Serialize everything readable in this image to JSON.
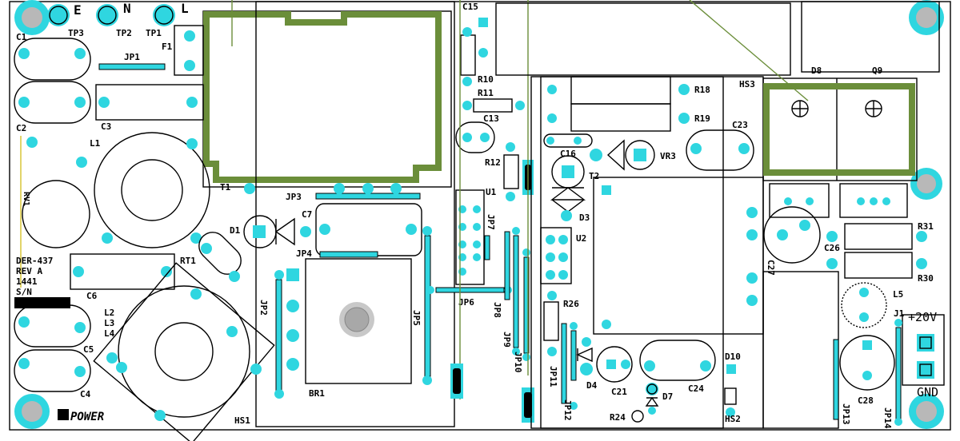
{
  "board": {
    "id": "DER-437",
    "rev": "REV A",
    "date_code": "1441",
    "sn_label": "S/N",
    "logo_text": "POWER",
    "terminals": {
      "earth": "E",
      "neutral": "N",
      "line": "L"
    },
    "output_voltage": "+20V",
    "output_ground": "GND"
  },
  "colors": {
    "pad": "#2fd6e0",
    "trace": "#6b8e3a",
    "hole": "#b8b8b8",
    "outline": "#000000"
  },
  "labels": {
    "tp3": "TP3",
    "tp2": "TP2",
    "tp1": "TP1",
    "c1": "C1",
    "c2": "C2",
    "c3": "C3",
    "c4": "C4",
    "c5": "C5",
    "c6": "C6",
    "c7": "C7",
    "c13": "C13",
    "c15": "C15",
    "c16": "C16",
    "c21": "C21",
    "c23": "C23",
    "c24": "C24",
    "c26": "C26",
    "c27": "C27",
    "c28": "C28",
    "f1": "F1",
    "jp1": "JP1",
    "jp2": "JP2",
    "jp3": "JP3",
    "jp4": "JP4",
    "jp5": "JP5",
    "jp6": "JP6",
    "jp7": "JP7",
    "jp8": "JP8",
    "jp9": "JP9",
    "jp10": "JP10",
    "jp11": "JP11",
    "jp12": "JP12",
    "jp13": "JP13",
    "jp14": "JP14",
    "l1": "L1",
    "l2": "L2",
    "l3": "L3",
    "l4": "L4",
    "l5": "L5",
    "rv1": "RV1",
    "rt1": "RT1",
    "t1": "T1",
    "t2": "T2",
    "d1": "D1",
    "d3": "D3",
    "d4": "D4",
    "d7": "D7",
    "d8": "D8",
    "d10": "D10",
    "q9": "Q9",
    "br1": "BR1",
    "hs1": "HS1",
    "hs2": "HS2",
    "hs3": "HS3",
    "r10": "R10",
    "r11": "R11",
    "r12": "R12",
    "r18": "R18",
    "r19": "R19",
    "r24": "R24",
    "r26": "R26",
    "r30": "R30",
    "r31": "R31",
    "u1": "U1",
    "u2": "U2",
    "vr3": "VR3",
    "j1": "J1"
  }
}
